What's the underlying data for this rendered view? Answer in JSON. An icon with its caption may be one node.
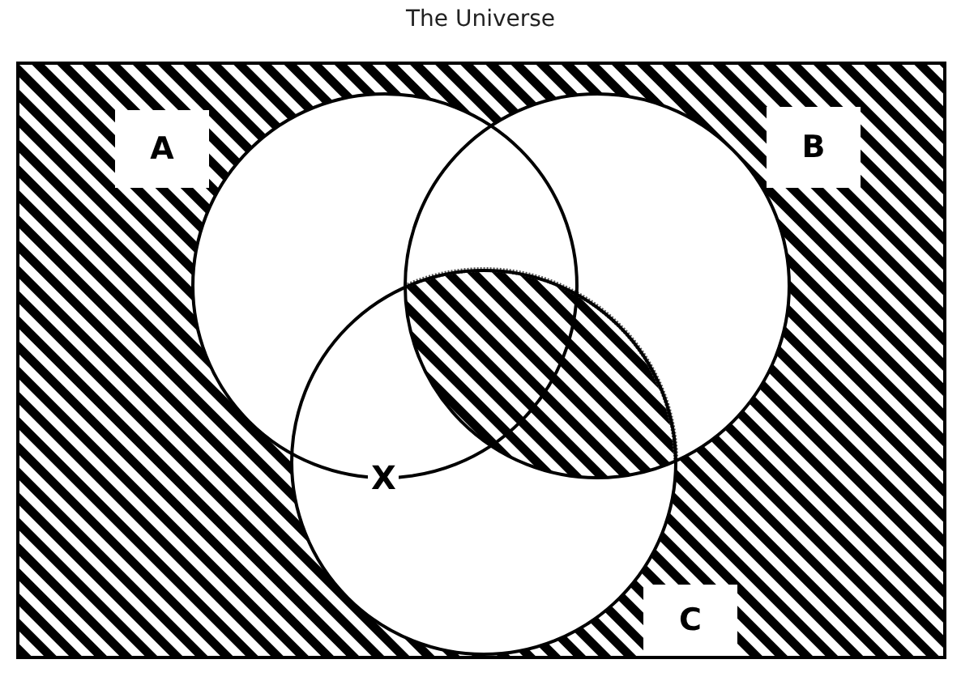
{
  "diagram": {
    "nodes": [
      {
        "text": [
          "The Universe"
        ]
      },
      {
        "text": [],
        "shape": "circle",
        "in": 0,
        "beside": [
          "A"
        ]
      },
      {
        "text": [],
        "shape": "circle",
        "in": 0,
        "beside": [
          "B"
        ]
      },
      {
        "text": [],
        "shape": "circle",
        "in": 0,
        "beside": [
          "C"
        ]
      }
    ],
    "labels": [
      "X"
    ]
  }
}
